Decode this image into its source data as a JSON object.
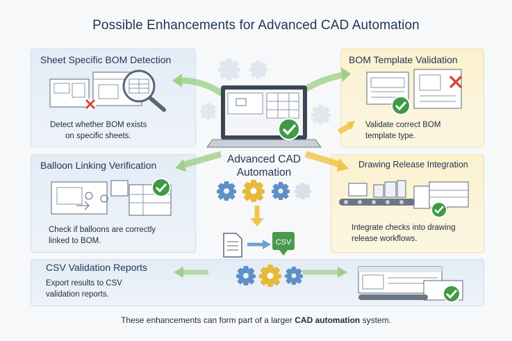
{
  "title": "Possible Enhancements for Advanced CAD Automation",
  "center": {
    "line1": "Advanced CAD",
    "line2": "Automation"
  },
  "panels": [
    {
      "title": "Sheet Specific BOM Detection",
      "desc1": "Detect whether BOM exists",
      "desc2": "on specific sheets."
    },
    {
      "title": "BOM Template Validation",
      "desc1": "Validate correct BOM",
      "desc2": "template type."
    },
    {
      "title": "Balloon Linking Verification",
      "desc1": "Check if balloons are correctly",
      "desc2": "linked to BOM."
    },
    {
      "title": "Drawing Release Integration",
      "desc1": "Integrate checks into drawing",
      "desc2": "release workflows."
    },
    {
      "title": "CSV Validation Reports",
      "desc1": "Export results to CSV",
      "desc2": "validation reports."
    }
  ],
  "csv_badge": "CSV",
  "footer": {
    "pre": "These enhancements can form part of a larger ",
    "bold": "CAD automation",
    "post": " system."
  },
  "colors": {
    "blue_panel": "#e3ecf6",
    "yellow_panel": "#fbf1cf",
    "check_green": "#3f9a45",
    "cross_red": "#d9483b",
    "gear_blue": "#5f8fc7",
    "gear_yellow": "#e6b93a",
    "arrow_green": "#8cbf6a",
    "arrow_yellow": "#e9c04a"
  }
}
